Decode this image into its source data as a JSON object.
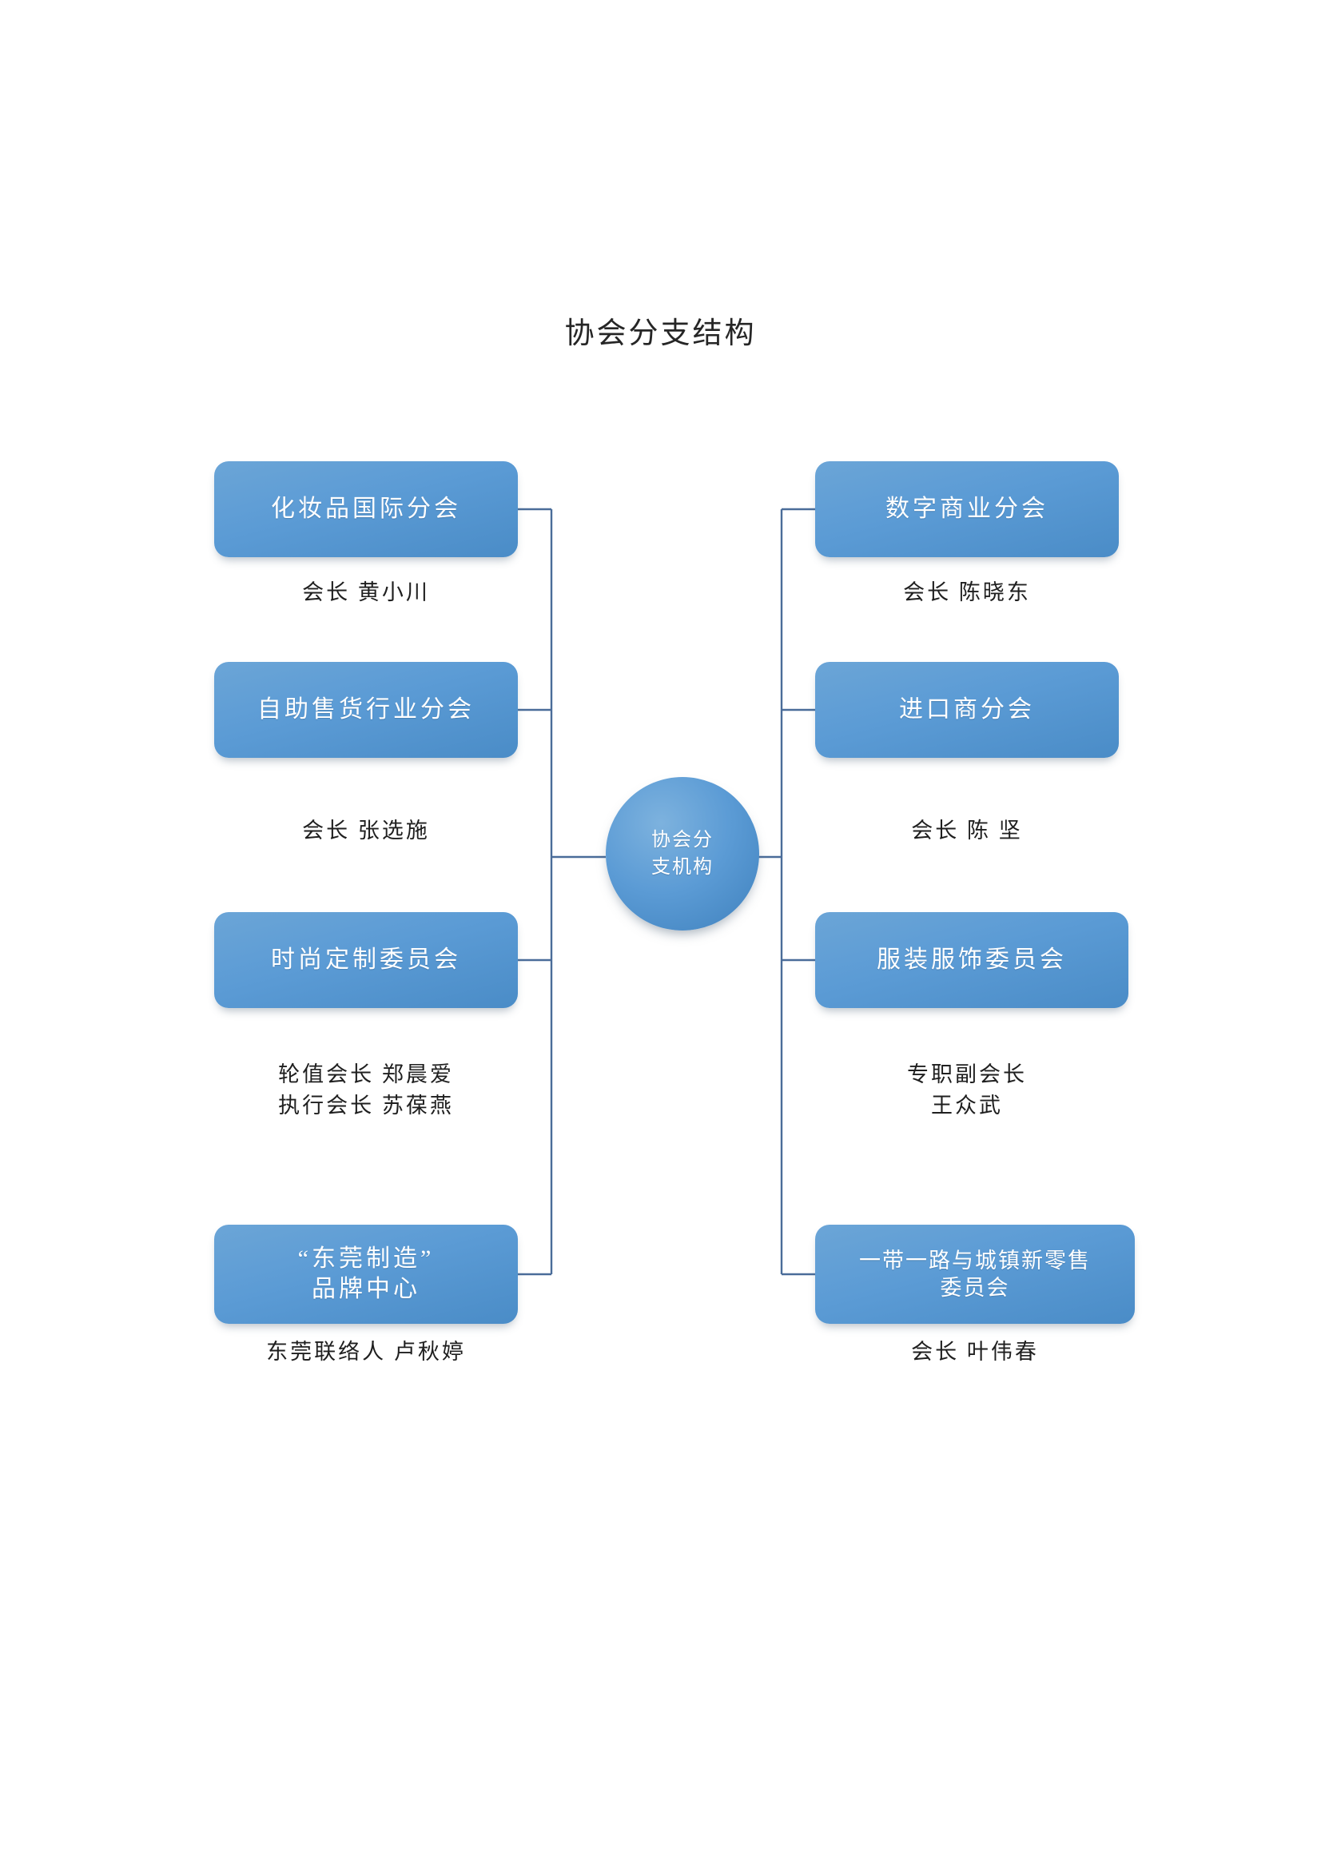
{
  "title": "协会分支结构",
  "hub": {
    "label": "协会分\n支机构"
  },
  "colors": {
    "node_fill": "#5b9bd5",
    "node_fill_light": "#6ba5d7",
    "node_fill_dark": "#4a8cc7",
    "connector": "#4a6c99",
    "text_on_node": "#ffffff",
    "caption_text": "#1f1f1f",
    "background": "#ffffff"
  },
  "left_branches": [
    {
      "label": "化妆品国际分会",
      "caption": "会长  黄小川"
    },
    {
      "label": "自助售货行业分会",
      "caption": "会长  张选施"
    },
    {
      "label": "时尚定制委员会",
      "caption": "轮值会长  郑晨爱\n执行会长  苏葆燕"
    },
    {
      "label": "“东莞制造”\n品牌中心",
      "caption": "东莞联络人  卢秋婷"
    }
  ],
  "right_branches": [
    {
      "label": "数字商业分会",
      "caption": "会长  陈晓东"
    },
    {
      "label": "进口商分会",
      "caption": "会长  陈  坚"
    },
    {
      "label": "服装服饰委员会",
      "caption": "专职副会长\n王众武"
    },
    {
      "label": "一带一路与城镇新零售\n委员会",
      "caption": "会长  叶伟春"
    }
  ]
}
